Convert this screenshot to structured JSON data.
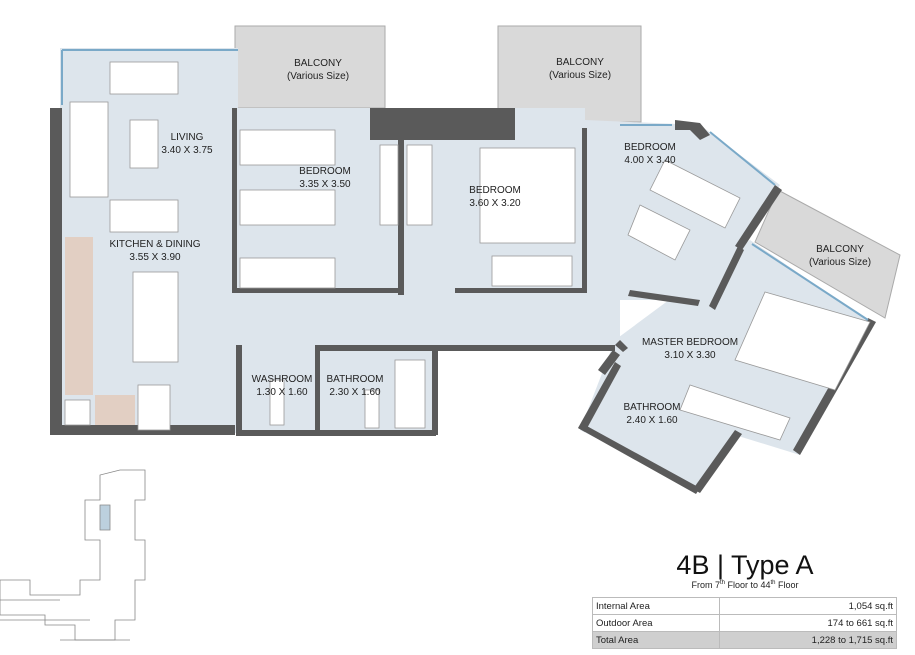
{
  "unit": {
    "name": "4B",
    "separator": "|",
    "type": "Type A",
    "floors_prefix": "From ",
    "floor_from": "7",
    "floor_from_sup": "th",
    "floors_mid": " Floor to ",
    "floor_to": "44",
    "floor_to_sup": "th",
    "floors_suffix": " Floor"
  },
  "rooms": {
    "living": {
      "name": "LIVING",
      "size": "3.40 X 3.75"
    },
    "kitchen": {
      "name": "KITCHEN & DINING",
      "size": "3.55 X 3.90"
    },
    "bedroom1": {
      "name": "BEDROOM",
      "size": "3.35 X 3.50"
    },
    "bedroom2": {
      "name": "BEDROOM",
      "size": "3.60 X 3.20"
    },
    "bedroom3": {
      "name": "BEDROOM",
      "size": "4.00 X 3.40"
    },
    "master": {
      "name": "MASTER BEDROOM",
      "size": "3.10 X 3.30"
    },
    "washroom": {
      "name": "WASHROOM",
      "size": "1.30 X 1.60"
    },
    "bathroom1": {
      "name": "BATHROOM",
      "size": "2.30 X 1.60"
    },
    "bathroom2": {
      "name": "BATHROOM",
      "size": "2.40 X 1.60"
    },
    "balcony1": {
      "name": "BALCONY",
      "size": "(Various Size)"
    },
    "balcony2": {
      "name": "BALCONY",
      "size": "(Various Size)"
    },
    "balcony3": {
      "name": "BALCONY",
      "size": "(Various Size)"
    }
  },
  "areas": [
    {
      "label": "Internal Area",
      "value": "1,054 sq.ft"
    },
    {
      "label": "Outdoor Area",
      "value": "174 to 661 sq.ft"
    },
    {
      "label": "Total Area",
      "value": "1,228 to 1,715 sq.ft"
    }
  ],
  "colors": {
    "floor": "#dde5ec",
    "wall": "#5a5a5a",
    "balcony": "#d9d9d9",
    "kitchen": "#e2cfc3"
  }
}
